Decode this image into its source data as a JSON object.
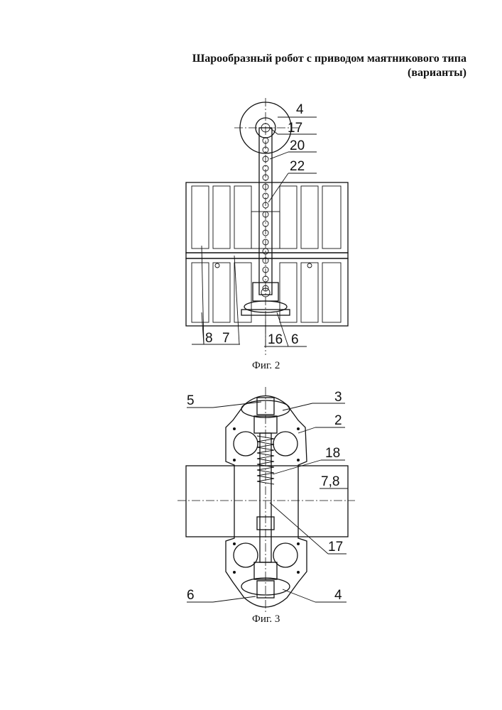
{
  "title": {
    "line1": "Шарообразный робот с приводом маятникового типа",
    "line2": "(варианты)"
  },
  "fig2": {
    "caption": "Фиг. 2",
    "labels": {
      "l4": "4",
      "l17": "17",
      "l20": "20",
      "l22": "22",
      "l8": "8",
      "l7": "7",
      "l16": "16",
      "l6": "6"
    }
  },
  "fig3": {
    "caption": "Фиг. 3",
    "labels": {
      "l5": "5",
      "l3": "3",
      "l2": "2",
      "l18": "18",
      "l78": "7,8",
      "l17": "17",
      "l6": "6",
      "l4": "4"
    }
  }
}
